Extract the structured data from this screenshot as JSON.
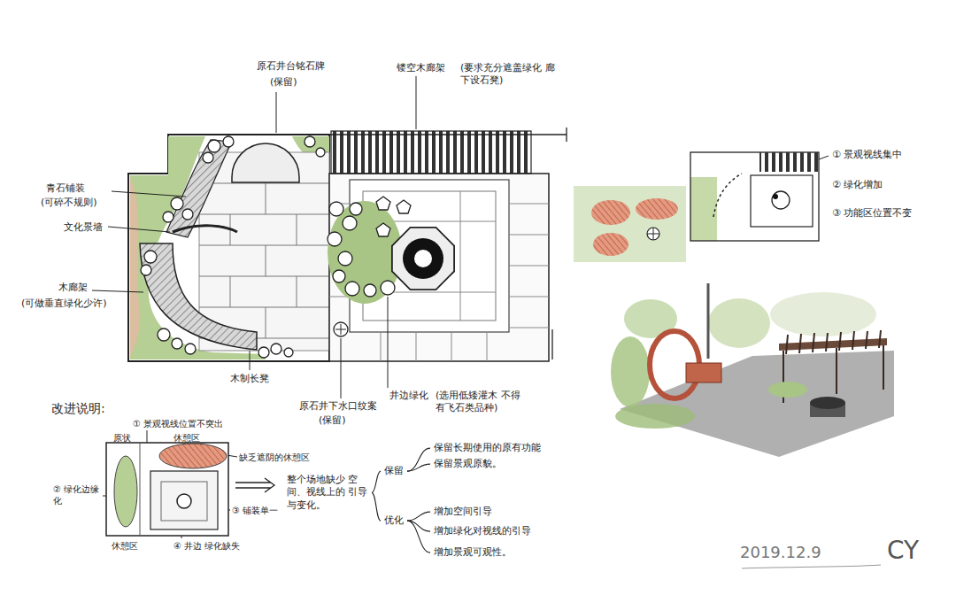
{
  "diagram": {
    "nodes": [
      {
        "text": [
          "整个场地缺少 空间、视线上的 引导与变化。"
        ]
      },
      {
        "text": [
          "保留"
        ]
      },
      {
        "text": [
          "优化"
        ]
      },
      {
        "text": [
          "保留长期使用的原有功能"
        ]
      },
      {
        "text": [
          "保留景观原貌。"
        ]
      },
      {
        "text": [
          "增加空间引导"
        ]
      },
      {
        "text": [
          "增加绿化对视线的引导"
        ]
      },
      {
        "text": [
          "增加景观可观性。"
        ]
      }
    ],
    "edges": [
      {
        "from": 0,
        "to": 1,
        "arrow": "none"
      },
      {
        "from": 0,
        "to": 2,
        "arrow": "none"
      },
      {
        "from": 1,
        "to": 3,
        "arrow": "none"
      },
      {
        "from": 1,
        "to": 4,
        "arrow": "none"
      },
      {
        "from": 2,
        "to": 5,
        "arrow": "none"
      },
      {
        "from": 2,
        "to": 6,
        "arrow": "none"
      },
      {
        "from": 2,
        "to": 7,
        "arrow": "none"
      }
    ],
    "labels": [
      "原石井台铭石牌",
      "(保留)",
      "镂空木廊架",
      "(要求充分遮盖绿化 廊下设石凳)",
      "青石铺装",
      "(可碎不规则)",
      "文化景墙",
      "木廊架",
      "(可做垂直绿化少许)",
      "木制长凳",
      "原石井下水口纹案",
      "(保留)",
      "井边绿化",
      "(选用低矮灌木 不得有飞石类品种)",
      "① 景观视线集中",
      "② 绿化增加",
      "③ 功能区位置不变",
      "改进说明:",
      "① 景观视线位置不突出",
      "原状",
      "休憩区",
      "缺乏遮阴的休憩区",
      "② 绿化边缘化",
      "③ 铺装单一",
      "④ 井边 绿化缺失",
      "休憩区",
      "2019.12.9",
      "CY"
    ]
  }
}
